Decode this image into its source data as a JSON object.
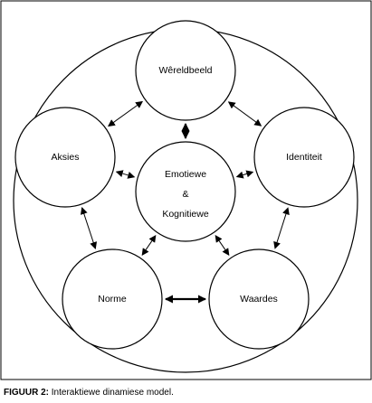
{
  "diagram": {
    "nodes": {
      "wereldbeeld": {
        "label": "Wêreldbeeld"
      },
      "identiteit": {
        "label": "Identiteit"
      },
      "waardes": {
        "label": "Waardes"
      },
      "norme": {
        "label": "Norme"
      },
      "aksies": {
        "label": "Aksies"
      },
      "center": {
        "line1": "Emotiewe",
        "line2": "&",
        "line3": "Kognitiewe"
      }
    },
    "edges": [
      {
        "from": "wereldbeeld",
        "to": "identiteit",
        "arrows": "both",
        "weight": "thin"
      },
      {
        "from": "identiteit",
        "to": "waardes",
        "arrows": "both",
        "weight": "thin"
      },
      {
        "from": "waardes",
        "to": "norme",
        "arrows": "both",
        "weight": "bold"
      },
      {
        "from": "norme",
        "to": "aksies",
        "arrows": "both",
        "weight": "thin"
      },
      {
        "from": "aksies",
        "to": "wereldbeeld",
        "arrows": "both",
        "weight": "thin"
      },
      {
        "from": "center",
        "to": "wereldbeeld",
        "arrows": "both",
        "weight": "bold"
      },
      {
        "from": "center",
        "to": "identiteit",
        "arrows": "both",
        "weight": "thin"
      },
      {
        "from": "center",
        "to": "waardes",
        "arrows": "both",
        "weight": "thin"
      },
      {
        "from": "center",
        "to": "norme",
        "arrows": "both",
        "weight": "thin"
      },
      {
        "from": "center",
        "to": "aksies",
        "arrows": "both",
        "weight": "thin"
      }
    ]
  },
  "caption": {
    "label": "FIGUUR 2:",
    "text": " Interaktiewe dinamiese model."
  }
}
